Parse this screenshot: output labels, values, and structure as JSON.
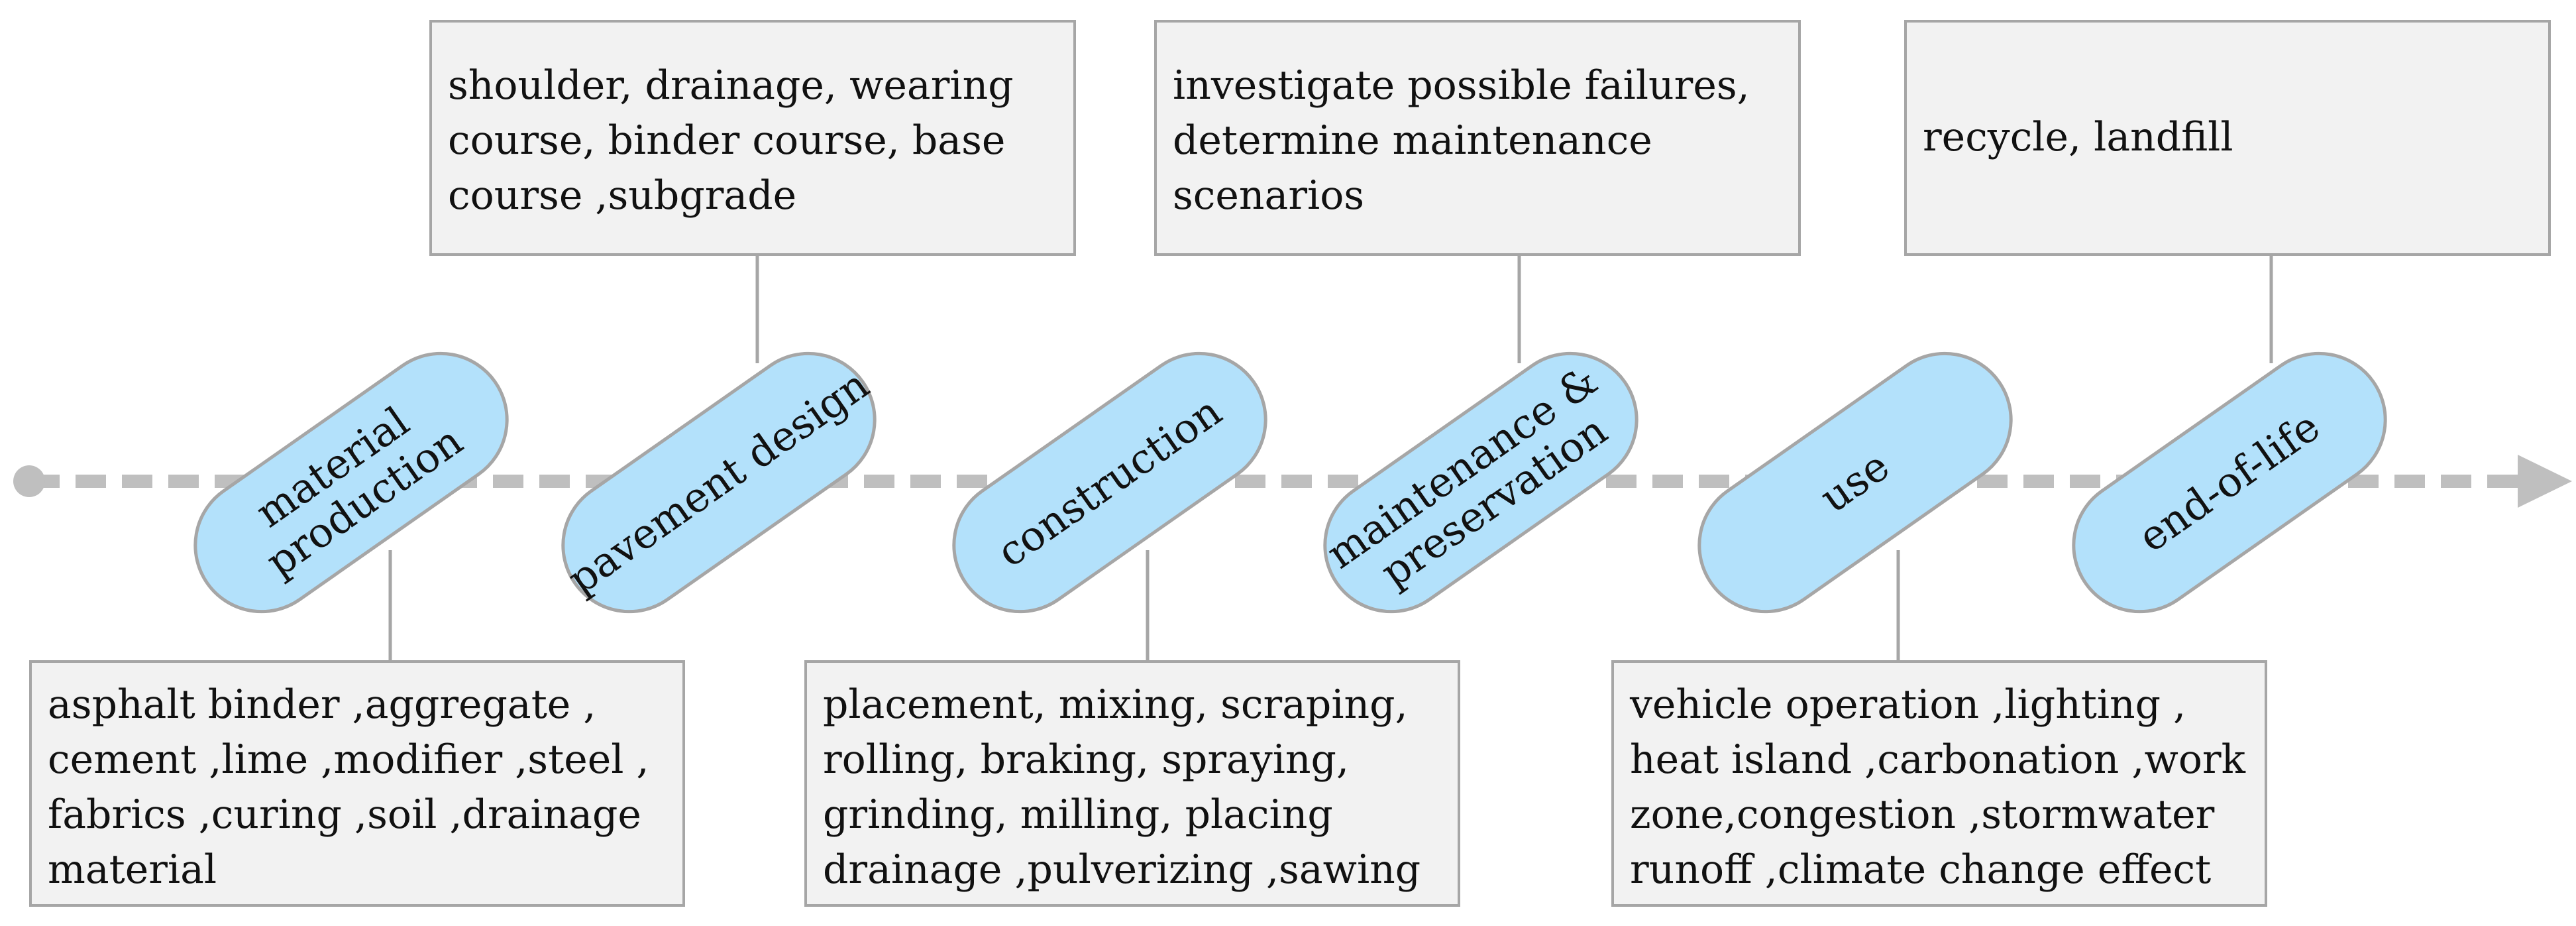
{
  "stages": [
    {
      "lines": [
        "material",
        "production"
      ]
    },
    {
      "lines": [
        "pavement design"
      ]
    },
    {
      "lines": [
        "construction"
      ]
    },
    {
      "lines": [
        "maintenance &",
        "preservation"
      ]
    },
    {
      "lines": [
        "use"
      ]
    },
    {
      "lines": [
        "end-of-life"
      ]
    }
  ],
  "top_boxes": [
    {
      "lines": [
        "shoulder, drainage, wearing",
        "course, binder course, base",
        "course ,subgrade"
      ]
    },
    {
      "lines": [
        "investigate possible failures,",
        "determine maintenance",
        "scenarios"
      ]
    },
    {
      "lines": [
        "recycle, landfill"
      ]
    }
  ],
  "bottom_boxes": [
    {
      "lines": [
        "asphalt binder ,aggregate ,",
        "cement ,lime ,modifier  ,steel ,",
        "fabrics ,curing ,soil ,drainage",
        "material"
      ]
    },
    {
      "lines": [
        "placement, mixing, scraping,",
        "rolling, braking, spraying,",
        "grinding, milling, placing",
        "drainage ,pulverizing ,sawing"
      ]
    },
    {
      "lines": [
        "vehicle operation ,lighting ,",
        "heat island ,carbonation ,work",
        "zone,congestion ,stormwater",
        "runoff ,climate change effect"
      ]
    }
  ],
  "colors": {
    "pill_fill": "#b3e1fb",
    "pill_stroke": "#a6a6a6",
    "timeline": "#bfbfbf",
    "box_fill": "#f2f2f2",
    "box_border": "#a6a6a6",
    "connector": "#a6a6a6"
  }
}
